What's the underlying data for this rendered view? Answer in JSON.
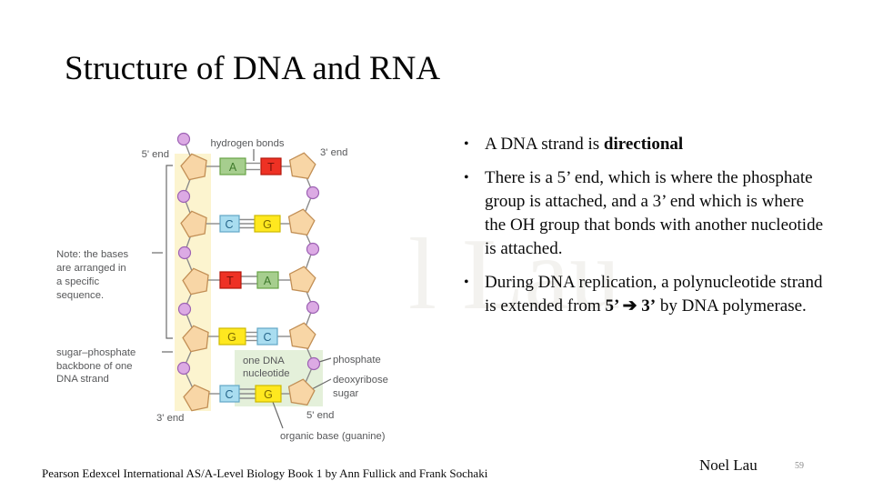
{
  "slide": {
    "title": "Structure of DNA and RNA",
    "watermark": "l Lau",
    "citation": "Pearson Edexcel International AS/A-Level Biology Book 1 by Ann Fullick and Frank Sochaki",
    "author": "Noel Lau",
    "page_number": "59"
  },
  "bullet_char": "•",
  "bullets": [
    {
      "segments": [
        {
          "text": "A DNA strand is "
        },
        {
          "text": "directional",
          "bold": true
        }
      ]
    },
    {
      "segments": [
        {
          "text": "There is a 5’ end, which is where the phosphate group is attached, and a 3’ end which is where the OH group that bonds with another nucleotide is attached."
        }
      ]
    },
    {
      "segments": [
        {
          "text": "During DNA replication, a polynucleotide strand is extended from "
        },
        {
          "text": "5’ ➔ 3’",
          "bold": true
        },
        {
          "text": " by DNA polymerase."
        }
      ]
    }
  ],
  "diagram": {
    "labels": {
      "hydrogen_bonds": "hydrogen bonds",
      "five_end_top": "5' end",
      "three_end_top": "3' end",
      "note_line1": "Note: the bases",
      "note_line2": "are arranged in",
      "note_line3": "a specific",
      "note_line4": "sequence.",
      "sugar_line1": "sugar–phosphate",
      "sugar_line2": "backbone of one",
      "sugar_line3": "DNA strand",
      "three_end_bottom": "3' end",
      "five_end_bottom": "5' end",
      "nucleotide_line1": "one DNA",
      "nucleotide_line2": "nucleotide",
      "phosphate": "phosphate",
      "deoxyribose_line1": "deoxyribose",
      "deoxyribose_line2": "sugar",
      "organic_base": "organic base (guanine)"
    },
    "rows": [
      {
        "left": "A",
        "right": "T",
        "bonds": 2
      },
      {
        "left": "C",
        "right": "G",
        "bonds": 3
      },
      {
        "left": "T",
        "right": "A",
        "bonds": 2
      },
      {
        "left": "G",
        "right": "C",
        "bonds": 3
      },
      {
        "left": "C",
        "right": "G",
        "bonds": 3
      }
    ]
  },
  "colors": {
    "adenine": "#a6ce8e",
    "thymine": "#ee3124",
    "cytosine": "#a9ddf0",
    "guanine": "#ffe81f",
    "pentagon": "#f8d6a6",
    "phosphate": "#dcaae4",
    "band_yellow": "#fcf4cf",
    "band_green": "#e4f0da",
    "label_gray": "#57585a"
  }
}
